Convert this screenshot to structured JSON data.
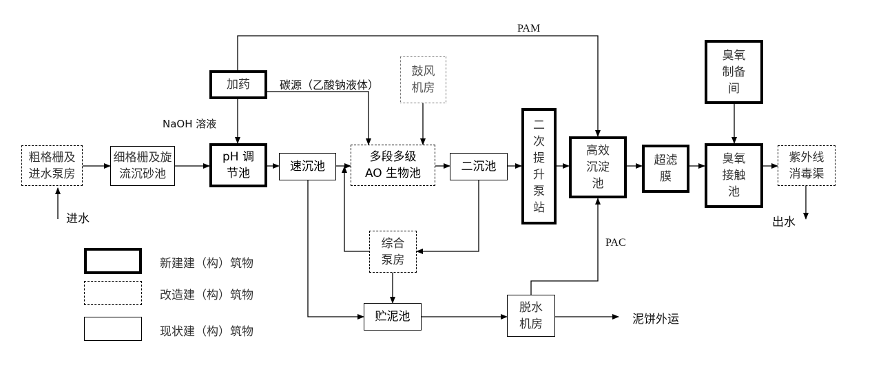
{
  "nodes": {
    "coarse_screen": "粗格栅及\n进水泵房",
    "fine_screen": "细格栅及旋\n流沉砂池",
    "ph_tank": "pH 调\n节池",
    "dosing": "加药",
    "fast_settle": "速沉池",
    "ao_tank": "多段多级\nAO 生物池",
    "blower": "鼓风\n机房",
    "secondary_settle": "二沉池",
    "lift_pump": "二\n次\n提\n升\n泵\n站",
    "hi_eff_settle": "高效\n沉淀\n池",
    "ultrafilter": "超滤\n膜",
    "ozone_prep": "臭氧\n制备\n间",
    "ozone_contact": "臭氧\n接触\n池",
    "uv_channel": "紫外线\n消毒渠",
    "pump_room": "综合\n泵房",
    "sludge_tank": "贮泥池",
    "dewater": "脱水\n机房"
  },
  "labels": {
    "inlet": "进水",
    "outlet": "出水",
    "pam": "PAM",
    "naoh": "NaOH 溶液",
    "carbon": "碳源（乙酸钠液体）",
    "pac": "PAC",
    "cake": "泥饼外运"
  },
  "legend": {
    "new": "新建建（构）筑物",
    "modified": "改造建（构）筑物",
    "existing": "现状建（构）筑物"
  }
}
